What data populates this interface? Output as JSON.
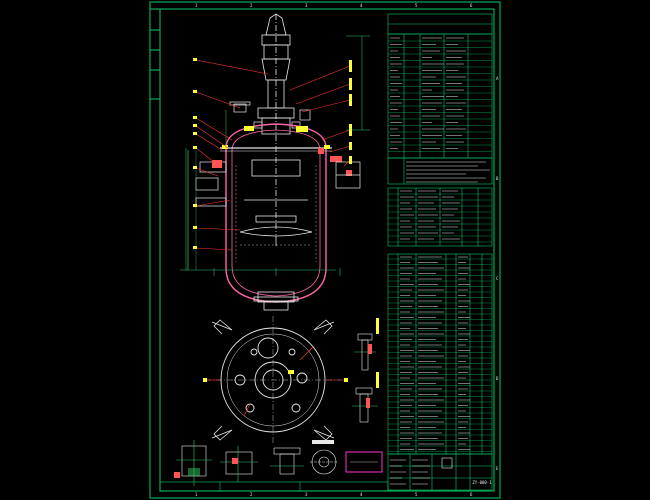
{
  "sheet": {
    "background": "#000000",
    "colors": {
      "frame": "#00cc66",
      "geometry": "#e8e8e8",
      "vessel": "#ff66aa",
      "hatch": "#ffff33",
      "leader": "#ff3333",
      "label": "#ffff33",
      "dim": "#33cc66",
      "table": "#00cc66",
      "accent": "#ff33cc",
      "nozzle": "#ff5555"
    }
  },
  "border": {
    "top_zone_labels": [
      "1",
      "2",
      "3",
      "4",
      "5",
      "6"
    ],
    "bottom_zone_labels": [
      "1",
      "2",
      "3",
      "4",
      "5",
      "6"
    ],
    "side_zone_labels": [
      "A",
      "B",
      "C",
      "D",
      "E"
    ]
  },
  "drawing_number": "ZY-000-1"
}
